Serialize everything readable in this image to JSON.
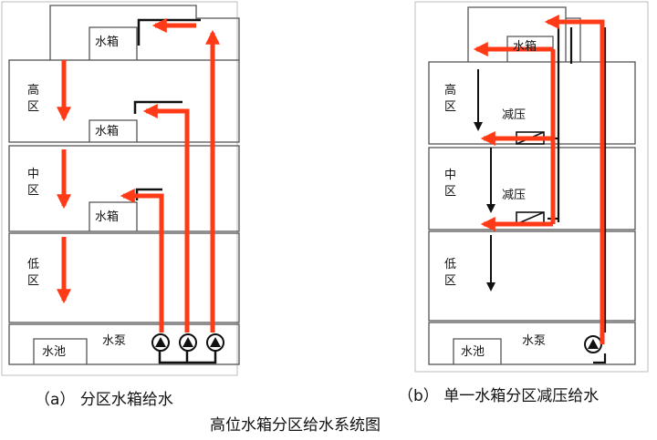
{
  "colors": {
    "flow_arrow": "#ff3a17",
    "line": "#111111",
    "border": "#888888"
  },
  "title": "高位水箱分区给水系统图",
  "diagram_a": {
    "caption": "（a） 分区水箱给水",
    "tank_top": "水箱",
    "tank_mid": "水箱",
    "tank_low": "水箱",
    "zone_high": [
      "高",
      "区"
    ],
    "zone_mid": [
      "中",
      "区"
    ],
    "zone_low": [
      "低",
      "区"
    ],
    "pool": "水池",
    "pump": "水泵"
  },
  "diagram_b": {
    "caption": "（b） 单一水箱分区减压给水",
    "tank_top": "水箱",
    "zone_high": [
      "高",
      "区"
    ],
    "zone_mid": [
      "中",
      "区"
    ],
    "zone_low": [
      "低",
      "区"
    ],
    "valve_1": "减压",
    "valve_2": "减压",
    "pool": "水池",
    "pump": "水泵"
  }
}
